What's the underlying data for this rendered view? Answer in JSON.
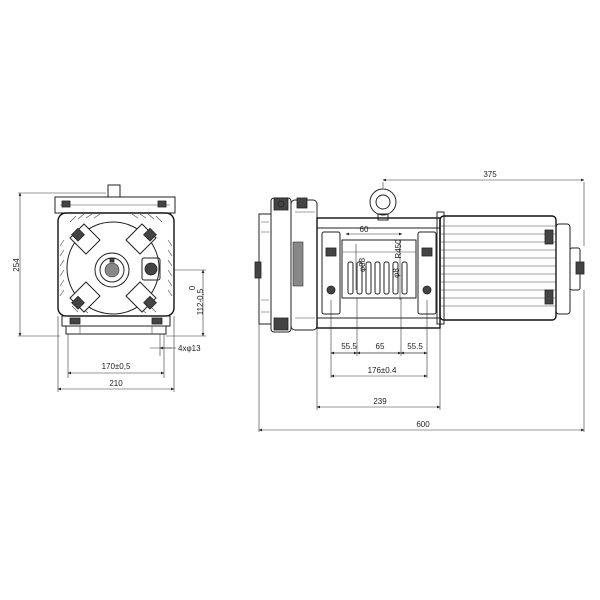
{
  "dimensions": {
    "height_254": "254",
    "width_210": "210",
    "width_170": "170±0,5",
    "height_112": "112-0,5",
    "tol_zero": "0",
    "holes": "4xφ13",
    "length_375": "375",
    "length_600": "600",
    "length_239": "239",
    "length_176": "176±0.4",
    "span_55_left": "55.5",
    "span_65": "65",
    "span_55_right": "55.5",
    "drum_60": "60",
    "diameter_88": "φ88",
    "radius_450": "R450",
    "diameter_8": "φ8"
  }
}
